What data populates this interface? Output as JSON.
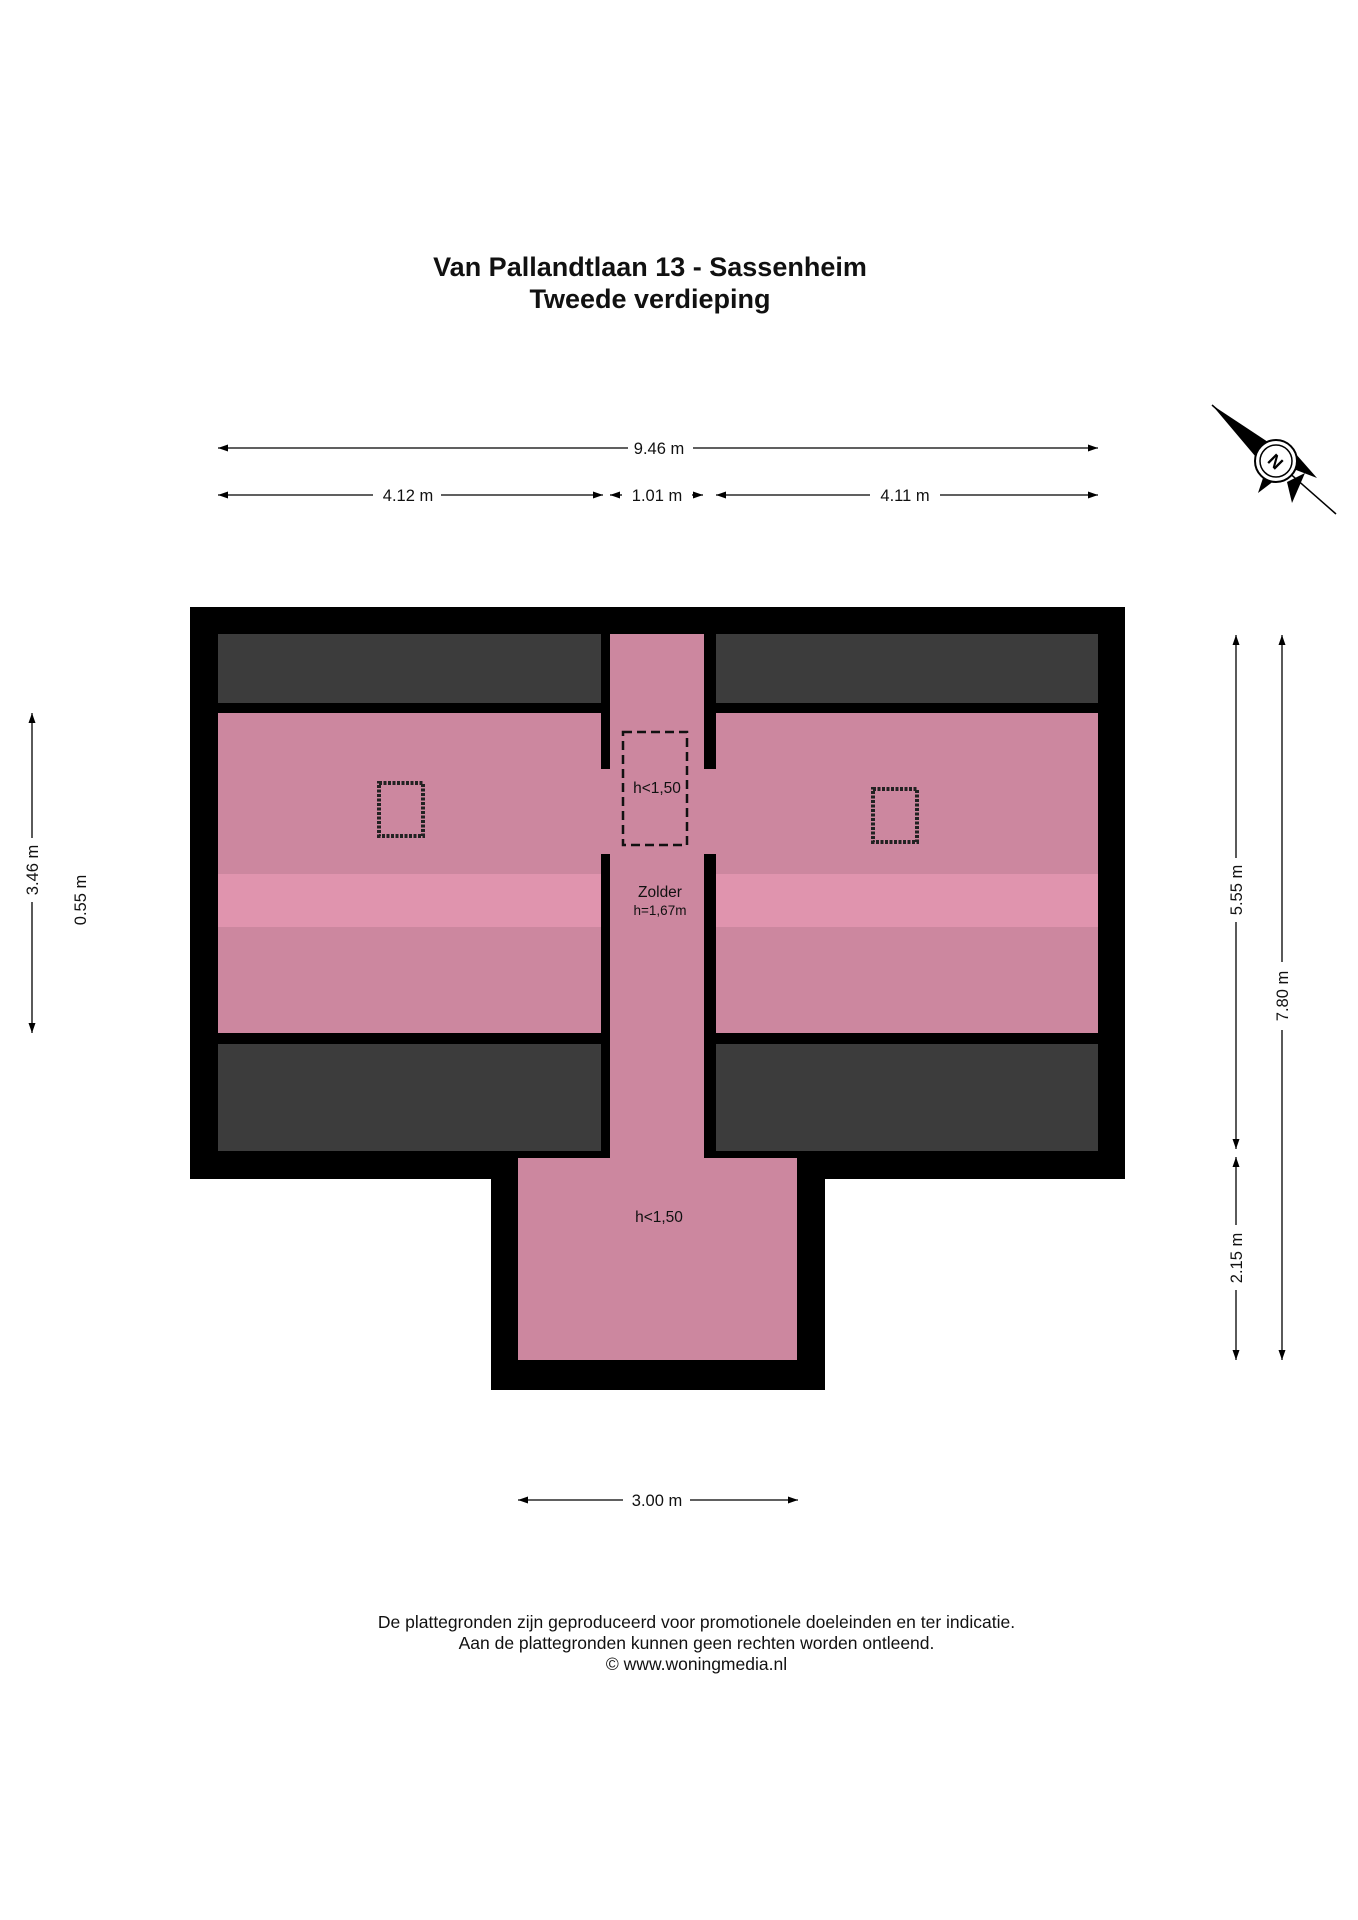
{
  "header": {
    "address": "Van Pallandtlaan 13 - Sassenheim",
    "floor": "Tweede verdieping"
  },
  "dimensions": {
    "total_width": "9.46 m",
    "left_width": "4.12 m",
    "middle_width": "1.01 m",
    "right_width": "4.11 m",
    "left_height": "3.46 m",
    "left_strip": "0.55 m",
    "right_upper": "5.55 m",
    "right_lower": "2.15 m",
    "right_total": "7.80 m",
    "bottom_width": "3.00 m"
  },
  "rooms": {
    "zolder_name": "Zolder",
    "zolder_height": "h=1,67m",
    "hatch_height": "h<1,50",
    "extension_height": "h<1,50"
  },
  "icons": {
    "compass": "north-arrow-icon",
    "compass_letter": "N"
  },
  "colors": {
    "wall": "#000000",
    "room": "#cc879f",
    "room_light": "#e094ae",
    "low_area": "#3c3c3c"
  },
  "footer": {
    "line1": "De plattegronden zijn geproduceerd voor promotionele doeleinden en ter indicatie.",
    "line2": "Aan de plattegronden kunnen geen rechten worden ontleend.",
    "line3": "© www.woningmedia.nl"
  }
}
